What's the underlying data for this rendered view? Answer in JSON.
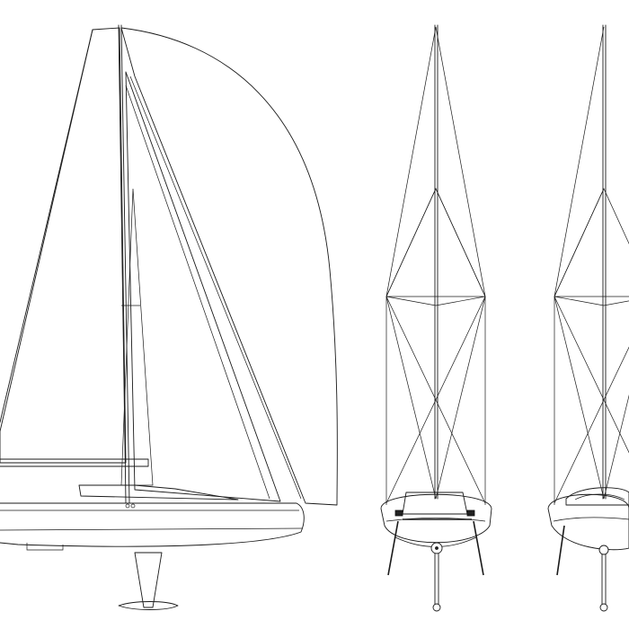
{
  "drawing": {
    "views": [
      {
        "id": "side-profile"
      },
      {
        "id": "front-view"
      },
      {
        "id": "rear-view"
      }
    ],
    "colors": {
      "line": "#1a1a1a",
      "background": "#ffffff"
    }
  }
}
